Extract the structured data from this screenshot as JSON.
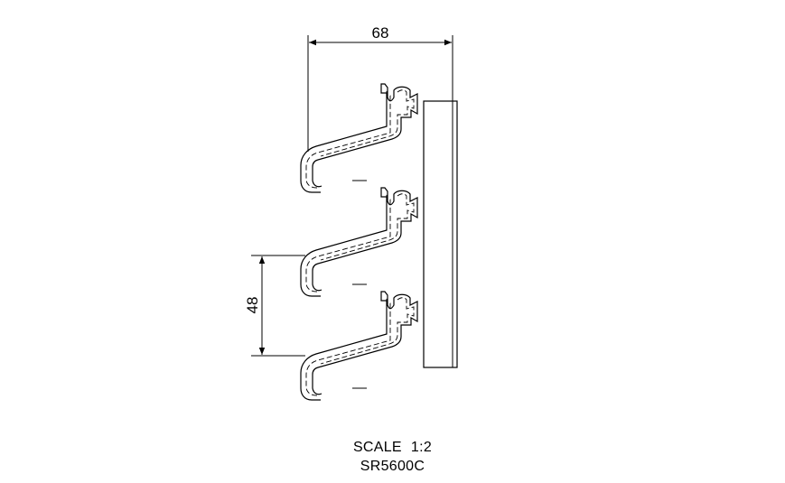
{
  "drawing": {
    "dimension_width": "68",
    "dimension_pitch": "48",
    "scale_label": "SCALE",
    "scale_value": "1:2",
    "part_number": "SR5600C",
    "line_color": "#000000",
    "background_color": "#ffffff"
  }
}
